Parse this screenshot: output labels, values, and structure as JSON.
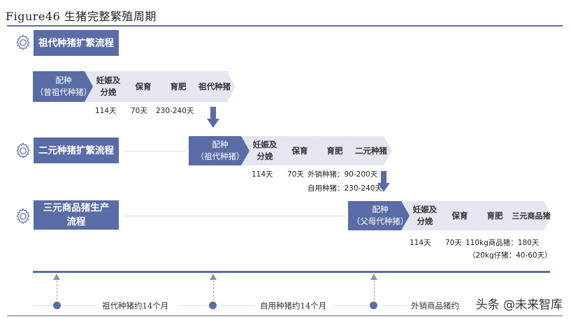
{
  "figure_title": "Figure46 生猪完整繁殖周期",
  "sections": [
    {
      "label": "祖代种猪扩繁流程",
      "chevrons": [
        {
          "l1": "配种",
          "l2": "（曾祖代种猪）"
        },
        {
          "l1": "妊娠及",
          "l2": "分娩"
        },
        {
          "l1": "保育",
          "l2": ""
        },
        {
          "l1": "育肥",
          "l2": ""
        },
        {
          "l1": "祖代种猪",
          "l2": ""
        }
      ],
      "notes": [
        "114天",
        "70天",
        "230-240天"
      ]
    },
    {
      "label": "二元种猪扩繁流程",
      "chevrons": [
        {
          "l1": "配种",
          "l2": "（祖代种猪）"
        },
        {
          "l1": "妊娠及",
          "l2": "分娩"
        },
        {
          "l1": "保育",
          "l2": ""
        },
        {
          "l1": "育肥",
          "l2": ""
        },
        {
          "l1": "二元种猪",
          "l2": ""
        }
      ],
      "notes": [
        "114天",
        "70天",
        "外销种猪：90-200天",
        "自用种猪：230-240天"
      ]
    },
    {
      "label_l1": "三元商品猪生产",
      "label_l2": "流程",
      "chevrons": [
        {
          "l1": "配种",
          "l2": "（父母代种猪）"
        },
        {
          "l1": "妊娠及",
          "l2": "分娩"
        },
        {
          "l1": "保育",
          "l2": ""
        },
        {
          "l1": "育肥",
          "l2": ""
        },
        {
          "l1": "三元商品猪",
          "l2": ""
        }
      ],
      "notes": [
        "114天",
        "70天",
        "110kg商品猪：180天",
        "（20kg仔猪：40-60天）"
      ]
    }
  ],
  "timeline": {
    "labels": [
      "祖代种猪约14个月",
      "自用种猪约14个月",
      "外销商品猪约"
    ]
  },
  "watermark": "头条 @未来智库",
  "colors": {
    "primary": "#5a6ca5",
    "chevron_light": "#e4e7f0",
    "rule": "#5b6aa8"
  }
}
